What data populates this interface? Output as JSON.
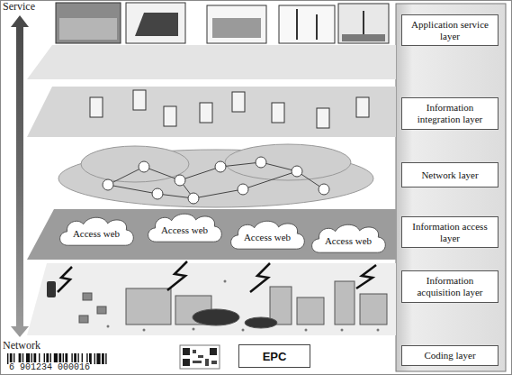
{
  "diagram": {
    "nodes": [
      {
        "text": [
          "Application service layer"
        ]
      },
      {
        "text": [
          "Information integration layer"
        ]
      },
      {
        "text": [
          "Network layer"
        ]
      },
      {
        "text": [
          "Information access layer"
        ]
      },
      {
        "text": [
          "Information acquisition layer"
        ]
      },
      {
        "text": [
          "Coding layer"
        ]
      },
      {
        "text": [
          "Access web"
        ]
      },
      {
        "text": [
          "Access web"
        ]
      },
      {
        "text": [
          "Access web"
        ]
      },
      {
        "text": [
          "Access web"
        ]
      },
      {
        "text": [
          "EPC"
        ]
      }
    ],
    "labels": [
      "Service",
      "Network",
      "6 901234 000016"
    ]
  }
}
